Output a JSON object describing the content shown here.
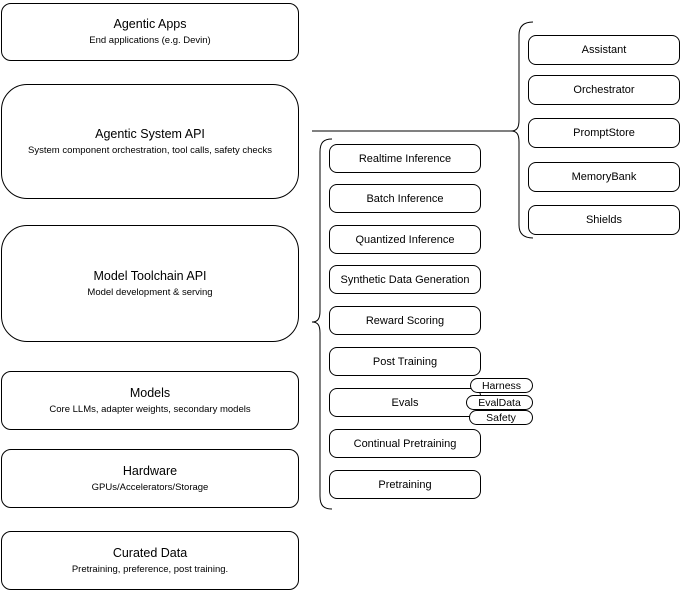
{
  "stack": [
    {
      "title": "Agentic Apps",
      "subtitle": "End applications (e.g. Devin)"
    },
    {
      "title": "Agentic System API",
      "subtitle": "System component orchestration, tool calls, safety checks"
    },
    {
      "title": "Model Toolchain API",
      "subtitle": "Model development & serving"
    },
    {
      "title": "Models",
      "subtitle": "Core LLMs, adapter weights, secondary models"
    },
    {
      "title": "Hardware",
      "subtitle": "GPUs/Accelerators/Storage"
    },
    {
      "title": "Curated Data",
      "subtitle": "Pretraining, preference, post training."
    }
  ],
  "toolchain_items": [
    "Realtime Inference",
    "Batch Inference",
    "Quantized Inference",
    "Synthetic Data Generation",
    "Reward Scoring",
    "Post Training",
    "Evals",
    "Continual Pretraining",
    "Pretraining"
  ],
  "eval_tags": [
    "Harness",
    "EvalData",
    "Safety"
  ],
  "system_components": [
    "Assistant",
    "Orchestrator",
    "PromptStore",
    "MemoryBank",
    "Shields"
  ],
  "colors": {
    "stroke": "#000000",
    "fill": "#ffffff"
  }
}
